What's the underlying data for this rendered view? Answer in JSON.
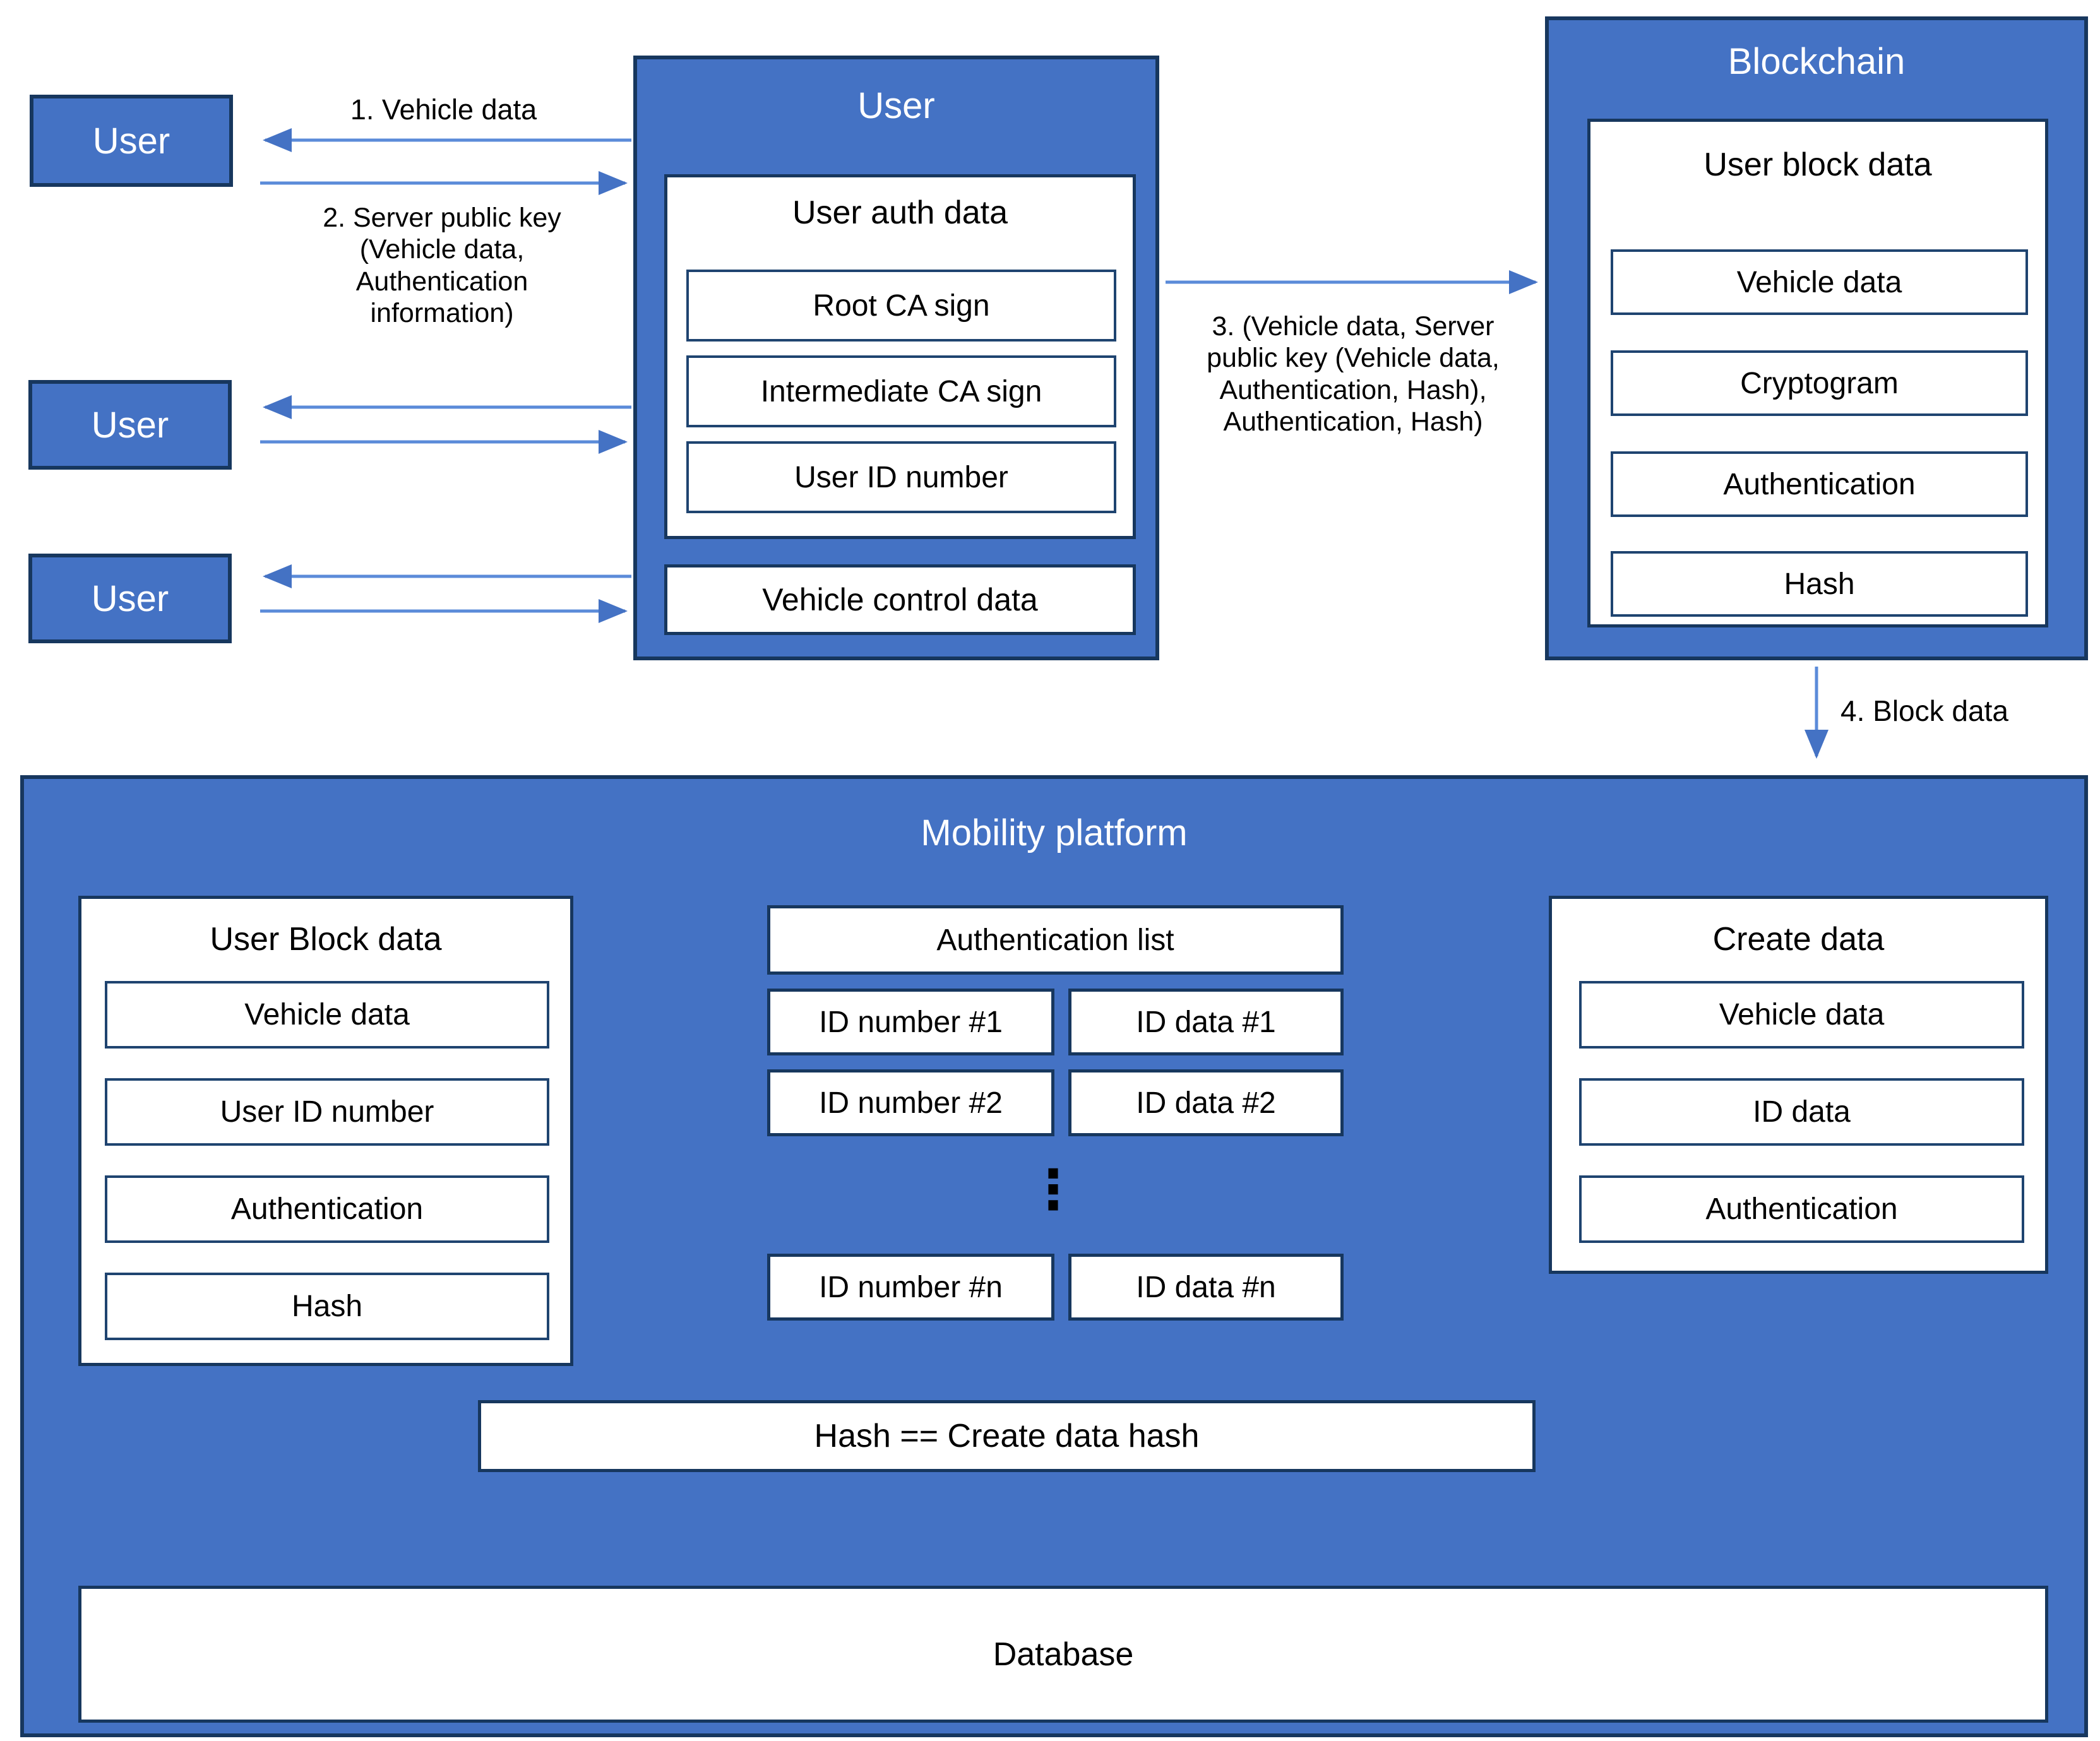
{
  "left_users": [
    "User",
    "User",
    "User"
  ],
  "flows": {
    "f1": "1. Vehicle data",
    "f2_lines": [
      "2. Server public key",
      "(Vehicle data,",
      "Authentication",
      "information)"
    ],
    "f3_lines": [
      "3. (Vehicle data, Server",
      "public key (Vehicle data,",
      "Authentication, Hash),",
      "Authentication, Hash)"
    ],
    "f4": "4. Block data"
  },
  "user_server": {
    "title": "User",
    "auth_panel": {
      "title": "User auth data",
      "items": [
        "Root CA sign",
        "Intermediate CA sign",
        "User ID number"
      ]
    },
    "control_label": "Vehicle control data"
  },
  "blockchain": {
    "title": "Blockchain",
    "panel": {
      "title": "User block data",
      "items": [
        "Vehicle data",
        "Cryptogram",
        "Authentication",
        "Hash"
      ]
    }
  },
  "mobility": {
    "title": "Mobility platform",
    "user_block_panel": {
      "title": "User Block data",
      "items": [
        "Vehicle data",
        "User ID number",
        "Authentication",
        "Hash"
      ]
    },
    "auth_list": {
      "header": "Authentication list",
      "rows": [
        [
          "ID number #1",
          "ID data #1"
        ],
        [
          "ID number #2",
          "ID data #2"
        ],
        [
          "ID number #n",
          "ID data #n"
        ]
      ],
      "ellipsis": "⋮"
    },
    "create_panel": {
      "title": "Create data",
      "items": [
        "Vehicle data",
        "ID data",
        "Authentication"
      ]
    },
    "hash_check": "Hash == Create data hash",
    "database": "Database"
  },
  "colors": {
    "box_blue": "#4472c4",
    "border_navy": "#17375e",
    "arrow_line_blue": "#5b8bd9",
    "arrow_head_blue": "#4472c4",
    "connector_white": "#fafafa",
    "text_black": "#000000",
    "text_white": "#ffffff"
  }
}
